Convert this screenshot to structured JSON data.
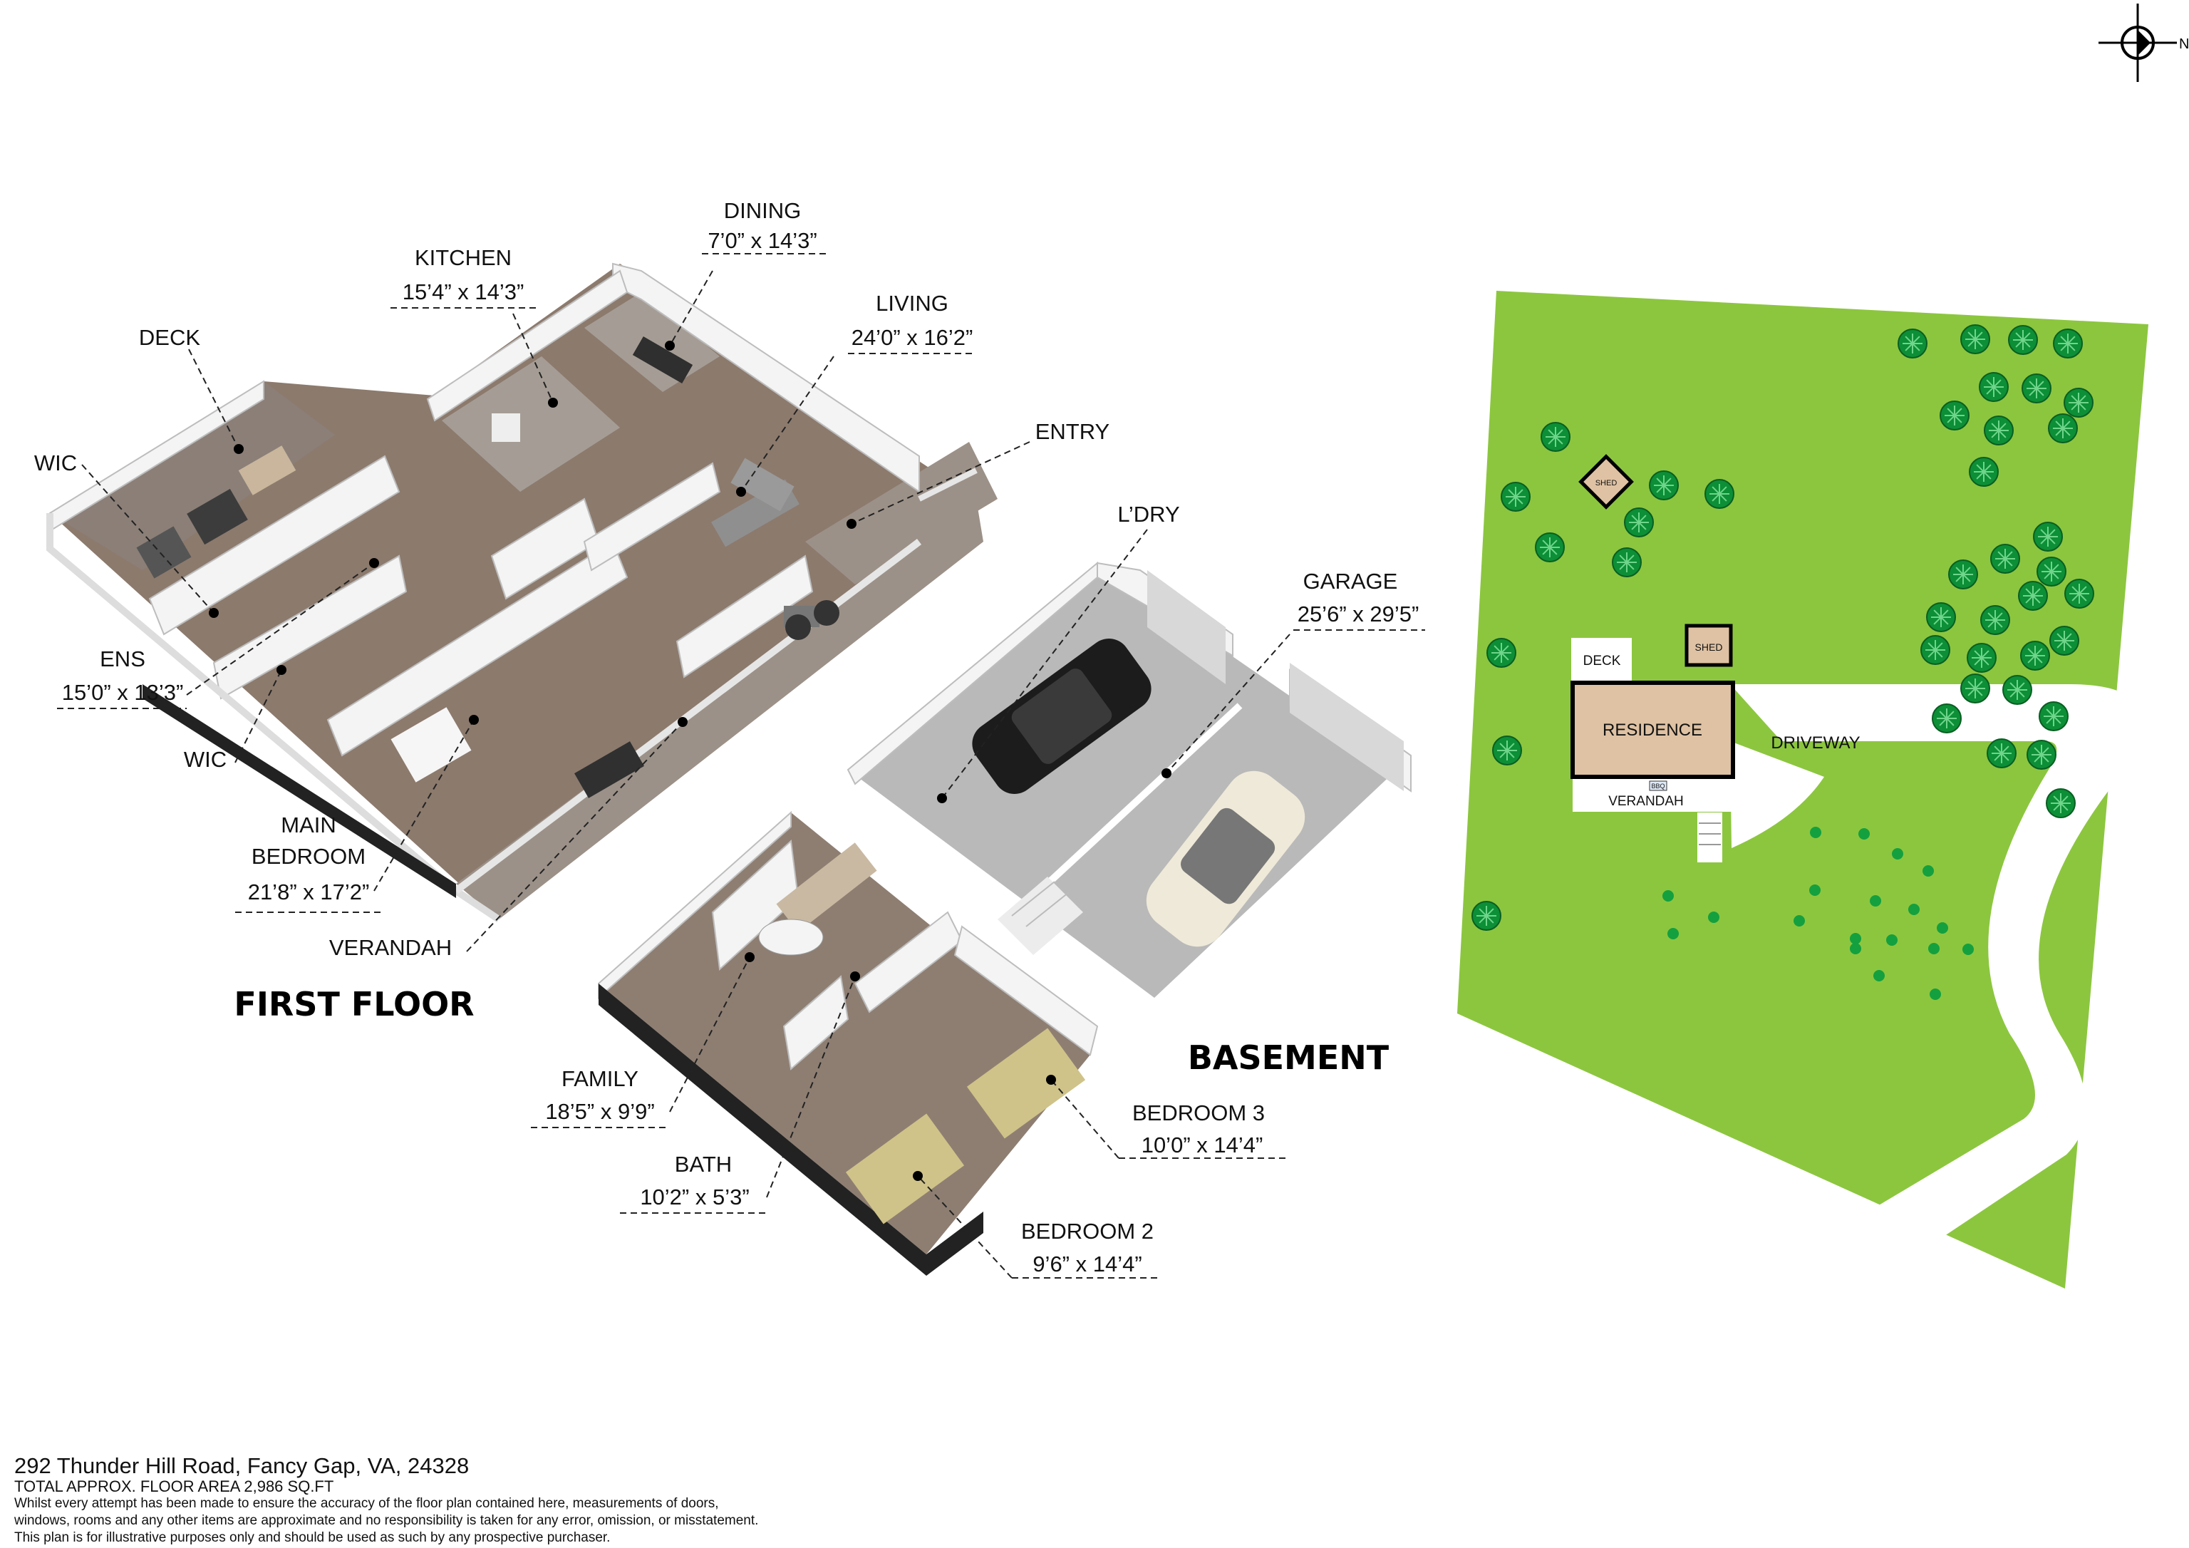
{
  "floors": {
    "first_floor": {
      "title": "FIRST FLOOR"
    },
    "basement": {
      "title": "BASEMENT"
    }
  },
  "rooms": {
    "deck": {
      "name": "DECK"
    },
    "kitchen": {
      "name": "KITCHEN",
      "dims": "15’4” x 14’3”"
    },
    "dining": {
      "name": "DINING",
      "dims": "7’0” x 14’3”"
    },
    "living": {
      "name": "LIVING",
      "dims": "24’0” x 16’2”"
    },
    "entry": {
      "name": "ENTRY"
    },
    "wic_top": {
      "name": "WIC"
    },
    "ens": {
      "name": "ENS",
      "dims": "15’0” x 13’3”"
    },
    "wic_bottom": {
      "name": "WIC"
    },
    "main_bedroom": {
      "name_line1": "MAIN",
      "name_line2": "BEDROOM",
      "dims": "21’8” x 17’2”"
    },
    "verandah": {
      "name": "VERANDAH"
    },
    "laundry": {
      "name": "L’DRY"
    },
    "garage": {
      "name": "GARAGE",
      "dims": "25’6” x 29’5”"
    },
    "family": {
      "name": "FAMILY",
      "dims": "18’5” x 9’9”"
    },
    "bath": {
      "name": "BATH",
      "dims": "10’2” x 5’3”"
    },
    "bedroom3": {
      "name": "BEDROOM 3",
      "dims": "10’0” x 14’4”"
    },
    "bedroom2": {
      "name": "BEDROOM 2",
      "dims": "9’6” x 14’4”"
    }
  },
  "site_plan": {
    "compass": "N",
    "labels": {
      "shed_top": "SHED",
      "shed_mid": "SHED",
      "deck": "DECK",
      "residence": "RESIDENCE",
      "verandah": "VERANDAH",
      "bbq": "BBQ",
      "driveway": "DRIVEWAY"
    },
    "colors": {
      "lawn": "#8cc63f",
      "residence": "#dfc2a3",
      "shed": "#dfc2a3",
      "tree": "#0c8f36",
      "driveway": "#ffffff"
    }
  },
  "footer": {
    "address": "292 Thunder Hill Road, Fancy Gap, VA, 24328",
    "total_area": "TOTAL APPROX. FLOOR AREA 2,986 SQ.FT",
    "disclaimer_1": "Whilst every attempt has been made to ensure the accuracy of the floor plan contained here, measurements of doors,",
    "disclaimer_2": "windows, rooms and any other items are approximate and no responsibility is taken for any error, omission, or misstatement.",
    "disclaimer_3": "This plan is for illustrative purposes only and should be used as such by any prospective purchaser."
  }
}
